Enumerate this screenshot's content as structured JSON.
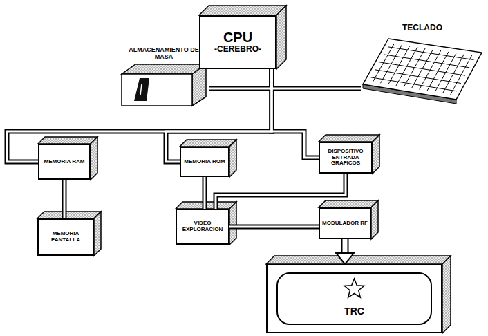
{
  "diagram": {
    "nodes": [
      {
        "text": [
          "ALMACENAMIENTO DE MASA"
        ]
      },
      {
        "text": [
          "CPU",
          "-CEREBRO-"
        ]
      },
      {
        "text": [
          "TECLADO"
        ]
      },
      {
        "text": [
          "MEMORIA RAM"
        ]
      },
      {
        "text": [
          "MEMORIA ROM"
        ]
      },
      {
        "text": [
          "DISPOSITIVO ENTRADA GRAFICOS"
        ]
      },
      {
        "text": [
          "MEMORIA PANTALLA"
        ]
      },
      {
        "text": [
          "VIDEO EXPLORACION"
        ]
      },
      {
        "text": [
          "MODULADOR RF"
        ]
      },
      {
        "text": [
          "TRC"
        ]
      }
    ],
    "edges": [
      {
        "from": 0,
        "to": 1,
        "arrow": "none"
      },
      {
        "from": 2,
        "to": 1,
        "arrow": "none"
      },
      {
        "from": 1,
        "to": 3,
        "arrow": "none"
      },
      {
        "from": 1,
        "to": 4,
        "arrow": "none"
      },
      {
        "from": 1,
        "to": 5,
        "arrow": "none"
      },
      {
        "from": 3,
        "to": 6,
        "arrow": "none"
      },
      {
        "from": 4,
        "to": 7,
        "arrow": "none"
      },
      {
        "from": 5,
        "to": 7,
        "arrow": "none"
      },
      {
        "from": 7,
        "to": 8,
        "arrow": "none"
      },
      {
        "from": 8,
        "to": 9,
        "arrow": "to"
      }
    ]
  }
}
